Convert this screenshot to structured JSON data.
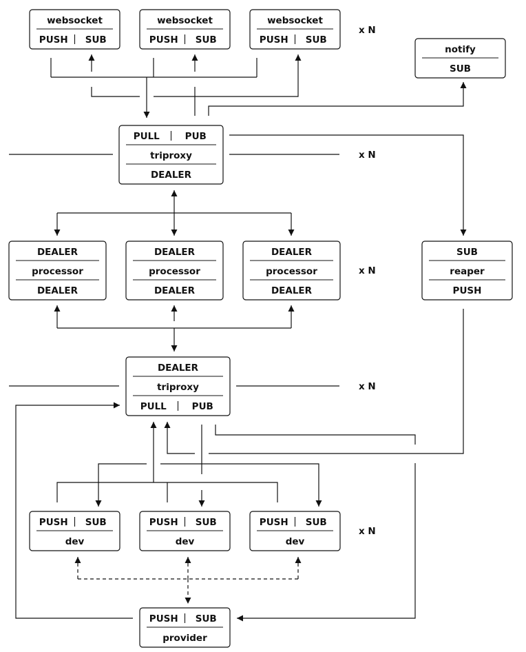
{
  "nodes": {
    "ws1": {
      "rows": [
        [
          "websocket"
        ],
        [
          "PUSH",
          "SUB"
        ]
      ]
    },
    "ws2": {
      "rows": [
        [
          "websocket"
        ],
        [
          "PUSH",
          "SUB"
        ]
      ]
    },
    "ws3": {
      "rows": [
        [
          "websocket"
        ],
        [
          "PUSH",
          "SUB"
        ]
      ]
    },
    "notify": {
      "rows": [
        [
          "notify"
        ],
        [
          "SUB"
        ]
      ]
    },
    "tp1": {
      "rows": [
        [
          "PULL",
          "PUB"
        ],
        [
          "triproxy"
        ],
        [
          "DEALER"
        ]
      ]
    },
    "p1": {
      "rows": [
        [
          "DEALER"
        ],
        [
          "processor"
        ],
        [
          "DEALER"
        ]
      ]
    },
    "p2": {
      "rows": [
        [
          "DEALER"
        ],
        [
          "processor"
        ],
        [
          "DEALER"
        ]
      ]
    },
    "p3": {
      "rows": [
        [
          "DEALER"
        ],
        [
          "processor"
        ],
        [
          "DEALER"
        ]
      ]
    },
    "reaper": {
      "rows": [
        [
          "SUB"
        ],
        [
          "reaper"
        ],
        [
          "PUSH"
        ]
      ]
    },
    "tp2": {
      "rows": [
        [
          "DEALER"
        ],
        [
          "triproxy"
        ],
        [
          "PULL",
          "PUB"
        ]
      ]
    },
    "dev1": {
      "rows": [
        [
          "PUSH",
          "SUB"
        ],
        [
          "dev"
        ]
      ]
    },
    "dev2": {
      "rows": [
        [
          "PUSH",
          "SUB"
        ],
        [
          "dev"
        ]
      ]
    },
    "dev3": {
      "rows": [
        [
          "PUSH",
          "SUB"
        ],
        [
          "dev"
        ]
      ]
    },
    "provider": {
      "rows": [
        [
          "PUSH",
          "SUB"
        ],
        [
          "provider"
        ]
      ]
    }
  },
  "multipliers": [
    "x N",
    "x N",
    "x N",
    "x N",
    "x N"
  ]
}
